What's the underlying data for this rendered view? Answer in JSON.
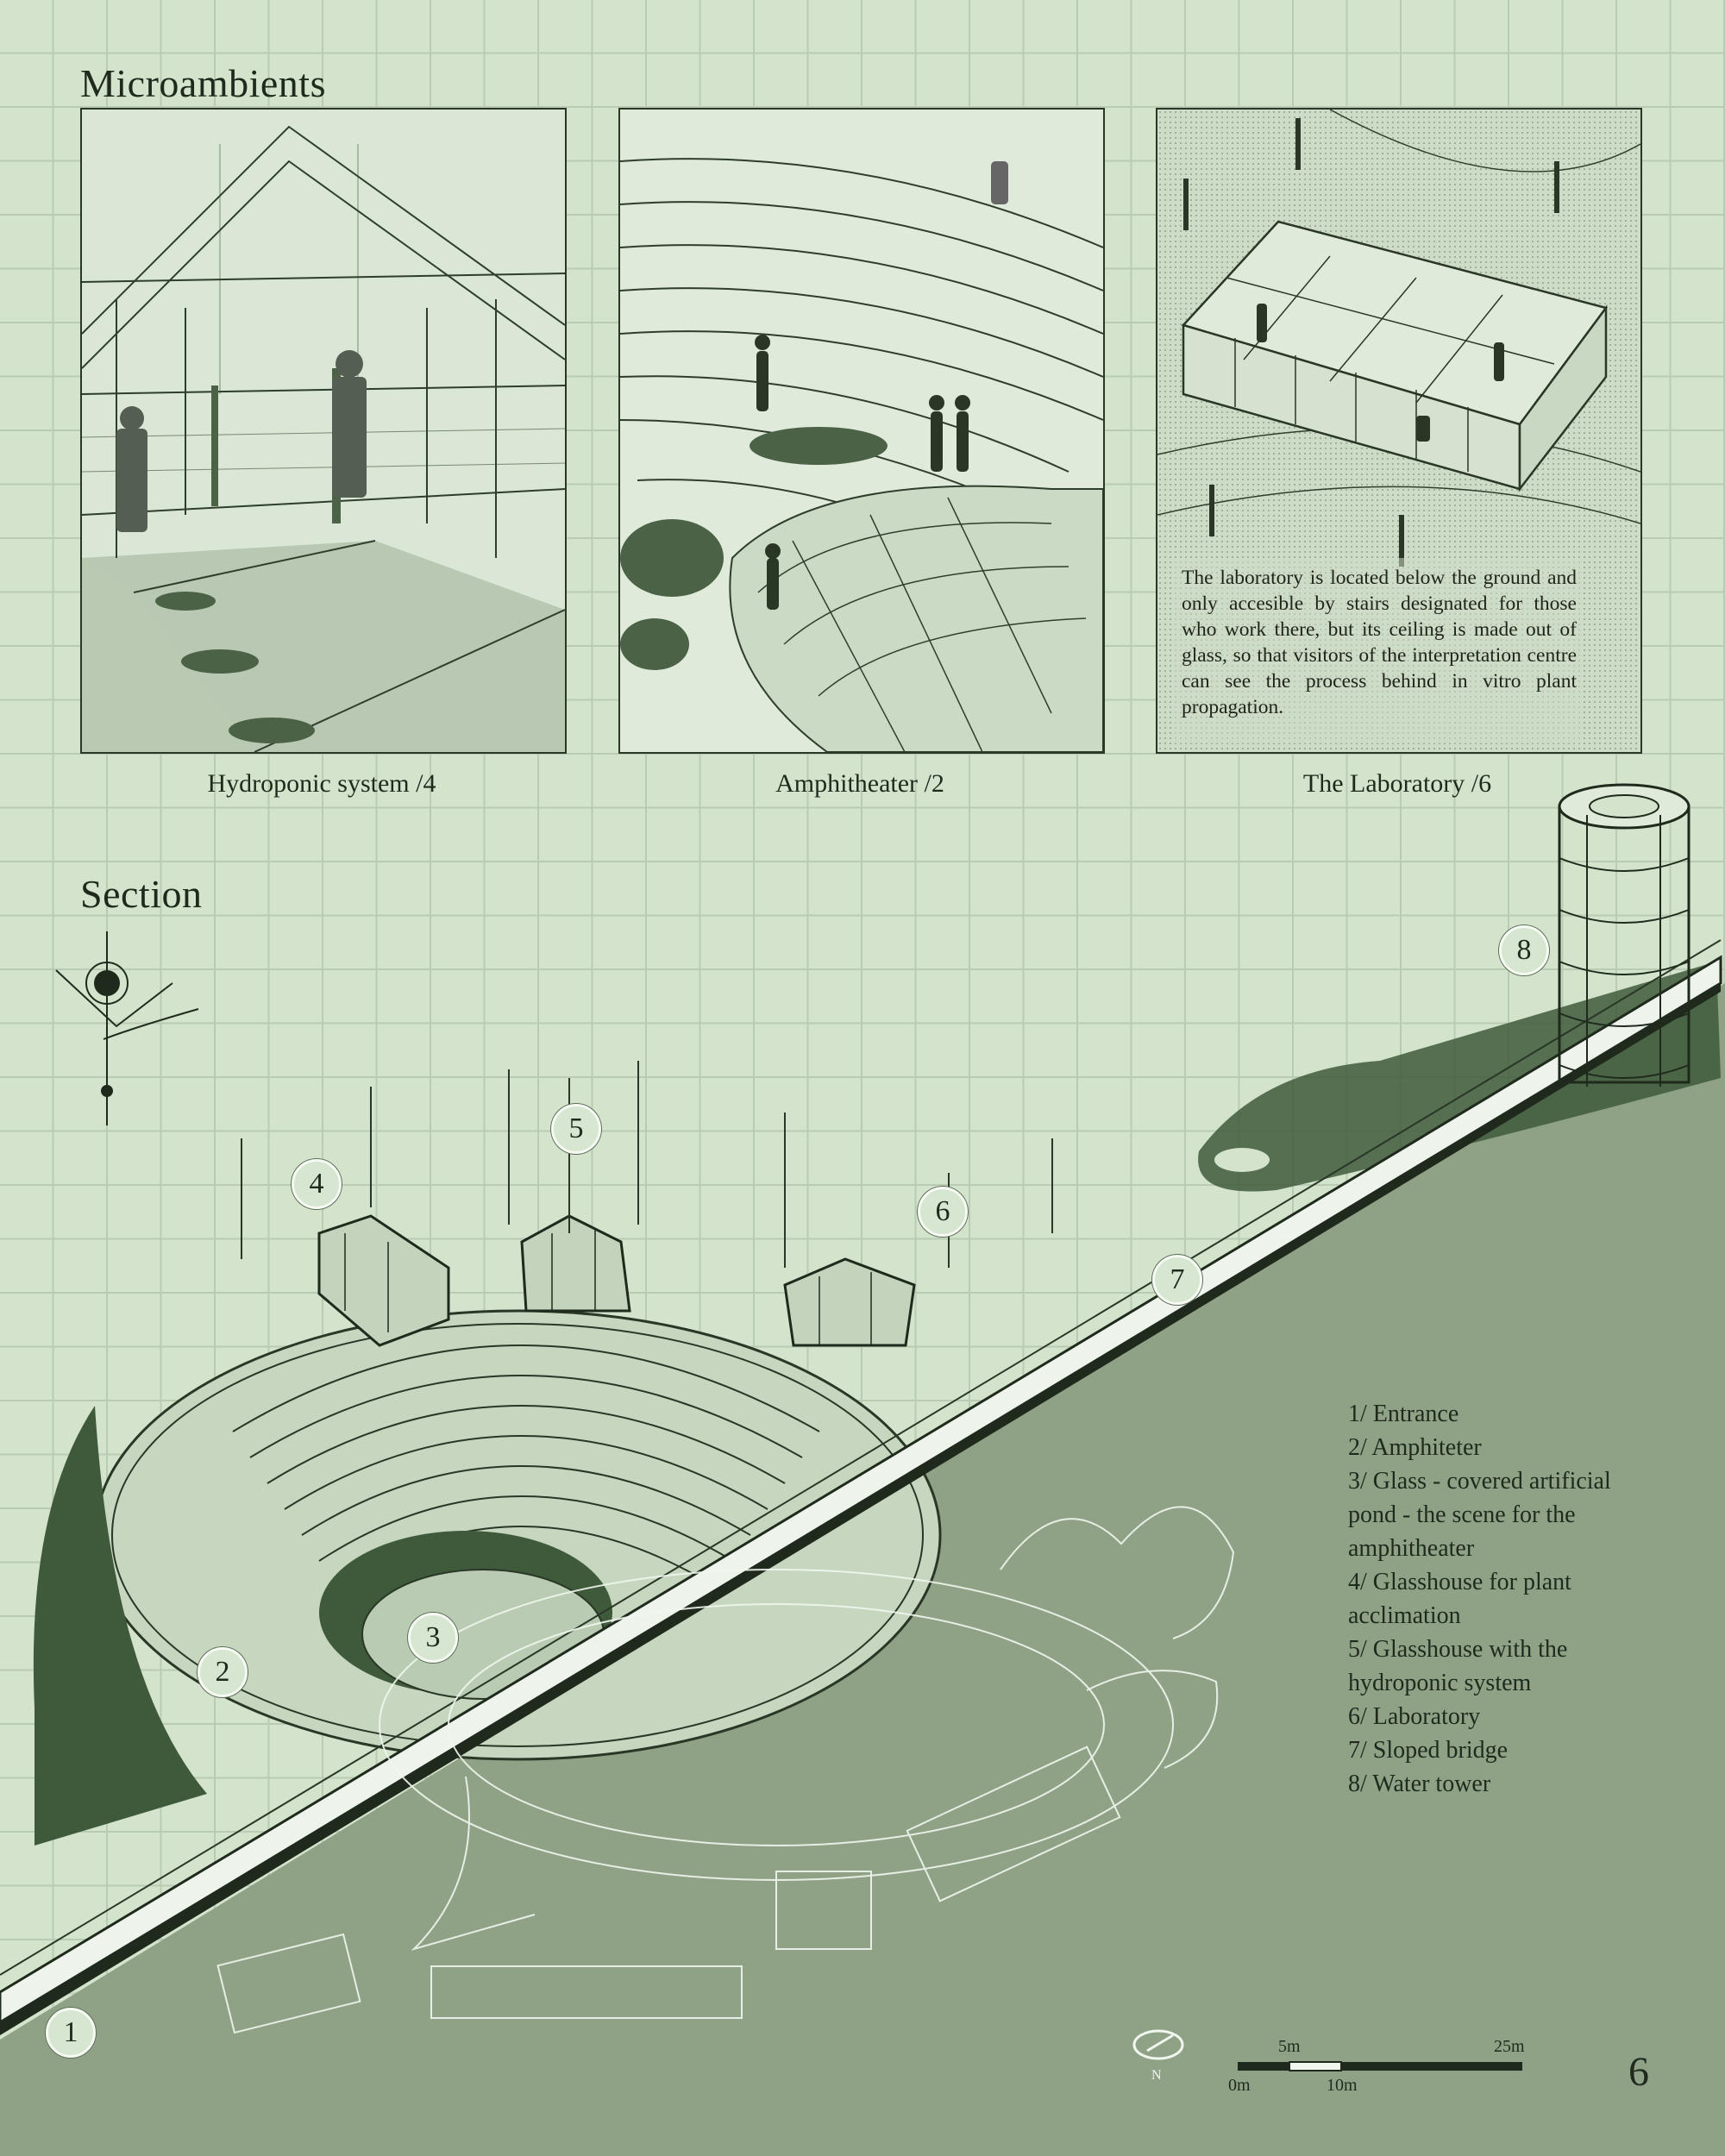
{
  "headings": {
    "microambients": "Microambients",
    "section": "Section"
  },
  "panels": [
    {
      "caption": "Hydroponic system /4"
    },
    {
      "caption": "Amphitheater /2"
    },
    {
      "caption": "The Laboratory /6"
    }
  ],
  "laboratory_text": "The laboratory is located below the ground and only accesible by stairs designated for those who work there, but its ceiling is made out of glass, so that visitors of the interpretation centre can see the process behind in vitro plant propagation.",
  "markers": [
    "1",
    "2",
    "3",
    "4",
    "5",
    "6",
    "7",
    "8"
  ],
  "legend": [
    "1/ Entrance",
    "2/ Amphiteter",
    "3/ Glass - covered artificial pond - the scene for the amphitheater",
    "4/ Glasshouse for plant acclimation",
    "5/ Glasshouse with the hydroponic system",
    "6/ Laboratory",
    "7/ Sloped bridge",
    "8/ Water tower"
  ],
  "scale_bar": {
    "top_labels": [
      "5m",
      "25m"
    ],
    "bottom_labels": [
      "0m",
      "10m"
    ]
  },
  "north_label": "N",
  "page_number": "6",
  "colors": {
    "background": "#d3e3cc",
    "grid": "#b9ccb3",
    "dark_green": "#3e5a3a",
    "ground": "#8fa286",
    "line": "#1f2a1d"
  }
}
